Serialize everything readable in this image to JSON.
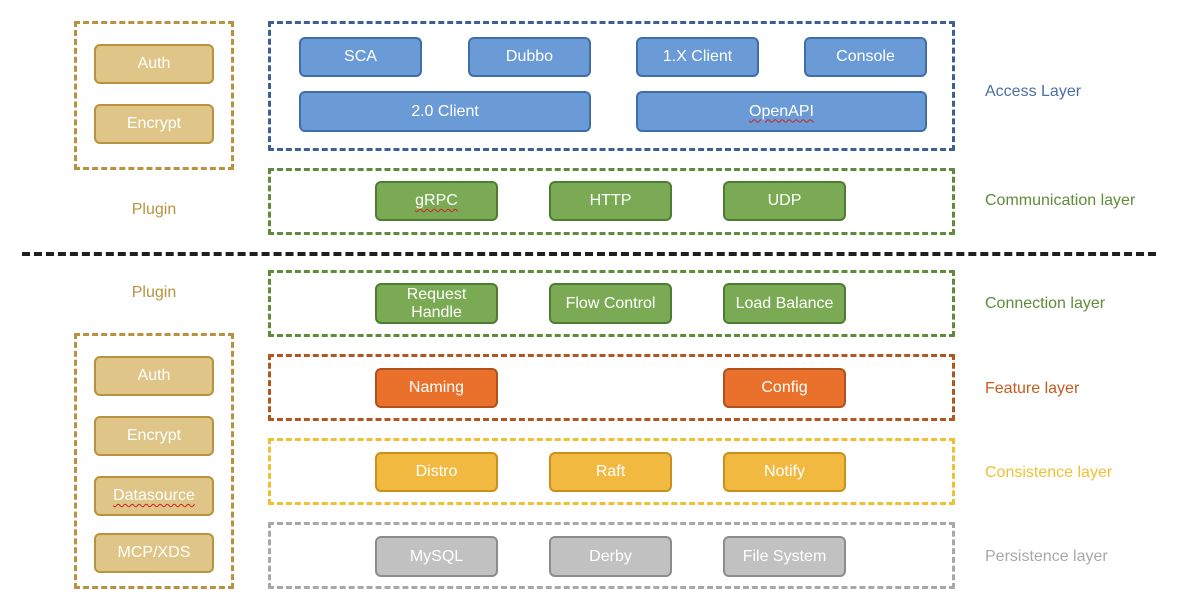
{
  "colors": {
    "access": "#4a6fa5",
    "communication": "#5f8b3a",
    "connection": "#5f8b3a",
    "feature": "#c75b1f",
    "consistence": "#f0c033",
    "persistence": "#a8a8a8",
    "plugin": "#b8923f"
  },
  "top_plugin": {
    "label": "Plugin",
    "items": [
      "Auth",
      "Encrypt"
    ]
  },
  "bottom_plugin": {
    "label": "Plugin",
    "items": [
      "Auth",
      "Encrypt",
      "Datasource",
      "MCP/XDS"
    ]
  },
  "layers": {
    "access": {
      "label": "Access Layer",
      "row1": [
        "SCA",
        "Dubbo",
        "1.X Client",
        "Console"
      ],
      "row2": [
        "2.0 Client",
        "OpenAPI"
      ]
    },
    "communication": {
      "label": "Communication layer",
      "items": [
        "gRPC",
        "HTTP",
        "UDP"
      ]
    },
    "connection": {
      "label": "Connection layer",
      "items": [
        "Request\nHandle",
        "Flow Control",
        "Load Balance"
      ]
    },
    "feature": {
      "label": "Feature layer",
      "items": [
        "Naming",
        "Config"
      ]
    },
    "consistence": {
      "label": "Consistence layer",
      "items": [
        "Distro",
        "Raft",
        "Notify"
      ]
    },
    "persistence": {
      "label": "Persistence layer",
      "items": [
        "MySQL",
        "Derby",
        "File System"
      ]
    }
  }
}
